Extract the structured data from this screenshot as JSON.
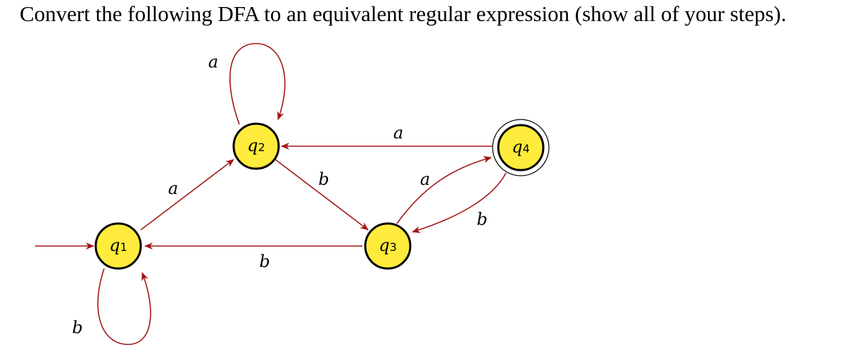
{
  "question": {
    "text": "Convert the following DFA to an equivalent regular expression (show all of your steps)."
  },
  "colors": {
    "state_fill": "#ffeb3b",
    "state_stroke": "#000000",
    "edge": "#a31515",
    "text": "#000000"
  },
  "dfa": {
    "states": [
      {
        "id": "q1",
        "base": "q",
        "sub": "1",
        "start": true,
        "accepting": false
      },
      {
        "id": "q2",
        "base": "q",
        "sub": "2",
        "start": false,
        "accepting": false
      },
      {
        "id": "q3",
        "base": "q",
        "sub": "3",
        "start": false,
        "accepting": false
      },
      {
        "id": "q4",
        "base": "q",
        "sub": "4",
        "start": false,
        "accepting": true
      }
    ],
    "transitions": [
      {
        "from": "q1",
        "to": "q1",
        "symbol": "b"
      },
      {
        "from": "q1",
        "to": "q2",
        "symbol": "a"
      },
      {
        "from": "q2",
        "to": "q2",
        "symbol": "a"
      },
      {
        "from": "q2",
        "to": "q3",
        "symbol": "b"
      },
      {
        "from": "q3",
        "to": "q1",
        "symbol": "b"
      },
      {
        "from": "q3",
        "to": "q4",
        "symbol": "a"
      },
      {
        "from": "q4",
        "to": "q2",
        "symbol": "a"
      },
      {
        "from": "q4",
        "to": "q3",
        "symbol": "b"
      }
    ]
  }
}
